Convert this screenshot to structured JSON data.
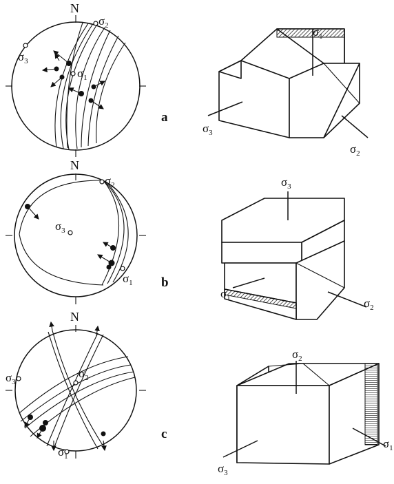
{
  "panels": [
    {
      "label": "a",
      "stereonet": {
        "north_label": "N",
        "sigma1": "σ",
        "sigma1_sub": "1",
        "sigma2": "σ",
        "sigma2_sub": "2",
        "sigma3": "σ",
        "sigma3_sub": "3"
      },
      "block": {
        "sigma1": "σ",
        "sigma1_sub": "1",
        "sigma2": "σ",
        "sigma2_sub": "2",
        "sigma3": "σ",
        "sigma3_sub": "3"
      }
    },
    {
      "label": "b",
      "stereonet": {
        "north_label": "N",
        "sigma1": "σ",
        "sigma1_sub": "1",
        "sigma2": "σ",
        "sigma2_sub": "2",
        "sigma3": "σ",
        "sigma3_sub": "3"
      },
      "block": {
        "sigma1": "σ",
        "sigma1_sub": "1",
        "sigma2": "σ",
        "sigma2_sub": "2",
        "sigma3": "σ",
        "sigma3_sub": "3"
      }
    },
    {
      "label": "c",
      "stereonet": {
        "north_label": "N",
        "sigma1": "σ",
        "sigma1_sub": "1",
        "sigma2": "σ",
        "sigma2_sub": "2",
        "sigma3": "σ",
        "sigma3_sub": "3"
      },
      "block": {
        "sigma1": "σ",
        "sigma1_sub": "1",
        "sigma2": "σ",
        "sigma2_sub": "2",
        "sigma3": "σ",
        "sigma3_sub": "3"
      }
    }
  ]
}
